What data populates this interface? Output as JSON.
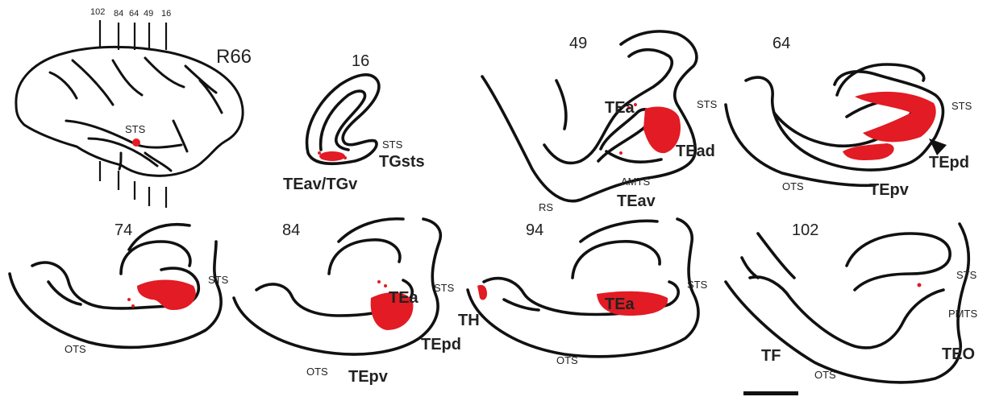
{
  "case_id": "R66",
  "overview": {
    "section_ticks": [
      "102",
      "84",
      "64",
      "49",
      "16"
    ],
    "injection_label": "STS"
  },
  "sections": [
    {
      "number": "16",
      "labels": {
        "sulcus": "STS",
        "area1": "TGsts",
        "area2": "TEav/TGv"
      }
    },
    {
      "number": "49",
      "labels": {
        "area_tea": "TEa",
        "sts": "STS",
        "tead": "TEad",
        "amts": "AMTS",
        "teav": "TEav",
        "rs": "RS"
      }
    },
    {
      "number": "64",
      "labels": {
        "sts": "STS",
        "tepd": "TEpd",
        "ots": "OTS",
        "tepv": "TEpv"
      }
    },
    {
      "number": "74",
      "labels": {
        "sts": "STS",
        "ots": "OTS"
      }
    },
    {
      "number": "84",
      "labels": {
        "tea": "TEa",
        "sts": "STS",
        "tepd": "TEpd",
        "ots": "OTS",
        "tepv": "TEpv"
      }
    },
    {
      "number": "94",
      "labels": {
        "th": "TH",
        "tea": "TEa",
        "sts": "STS",
        "ots": "OTS"
      }
    },
    {
      "number": "102",
      "labels": {
        "sts": "STS",
        "pmts": "PMTS",
        "tf": "TF",
        "teo": "TEO",
        "ots": "OTS"
      }
    }
  ],
  "colors": {
    "labeled_cells": "#e21b24",
    "outline": "#111111"
  }
}
